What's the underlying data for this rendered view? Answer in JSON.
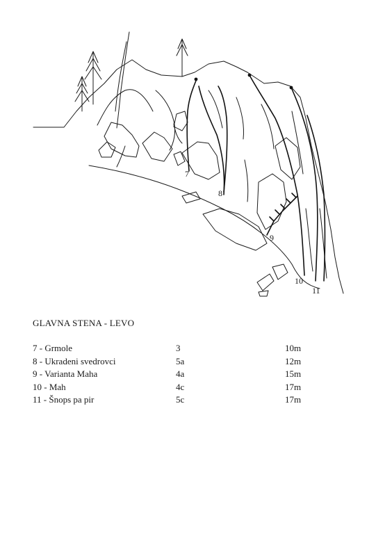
{
  "topo": {
    "labels": [
      "7",
      "8",
      "9",
      "10",
      "11"
    ]
  },
  "section_title": "GLAVNA STENA - LEVO",
  "routes": [
    {
      "name": "7 - Grmole",
      "grade": "3",
      "length": "10m"
    },
    {
      "name": "8 - Ukradeni svedrovci",
      "grade": "5a",
      "length": "12m"
    },
    {
      "name": "9 - Varianta Maha",
      "grade": "4a",
      "length": "15m"
    },
    {
      "name": "10 - Mah",
      "grade": "4c",
      "length": "17m"
    },
    {
      "name": "11 - Šnops pa pir",
      "grade": "5c",
      "length": "17m"
    }
  ]
}
